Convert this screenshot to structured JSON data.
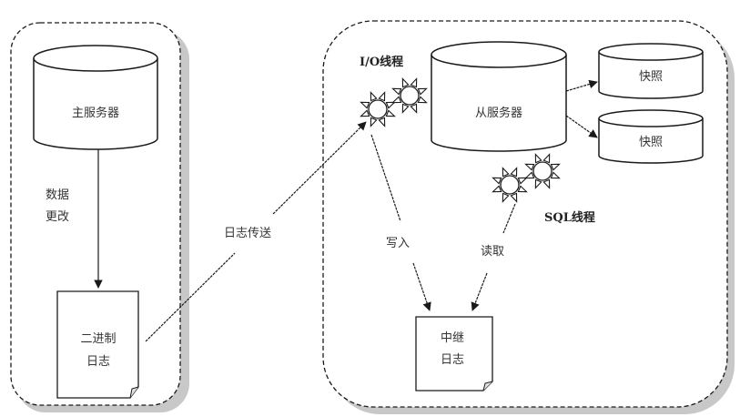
{
  "colors": {
    "stroke": "#1a1a1a",
    "shadow": "#c8c8c8",
    "text": "#333333",
    "background": "#ffffff"
  },
  "master_zone": {
    "server": {
      "label": "主服务器"
    },
    "data_change": {
      "line1": "数据",
      "line2": "更改"
    },
    "binary_log": {
      "line1": "二进制",
      "line2": "日志"
    }
  },
  "log_shipping": {
    "label": "日志传送"
  },
  "slave_zone": {
    "io_thread": {
      "label": "I/O线程"
    },
    "sql_thread": {
      "label": "SQL线程"
    },
    "server": {
      "label": "从服务器"
    },
    "snapshots": [
      {
        "label": "快照"
      },
      {
        "label": "快照"
      }
    ],
    "write": {
      "label": "写入"
    },
    "read": {
      "label": "读取"
    },
    "relay_log": {
      "line1": "中继",
      "line2": "日志"
    }
  }
}
